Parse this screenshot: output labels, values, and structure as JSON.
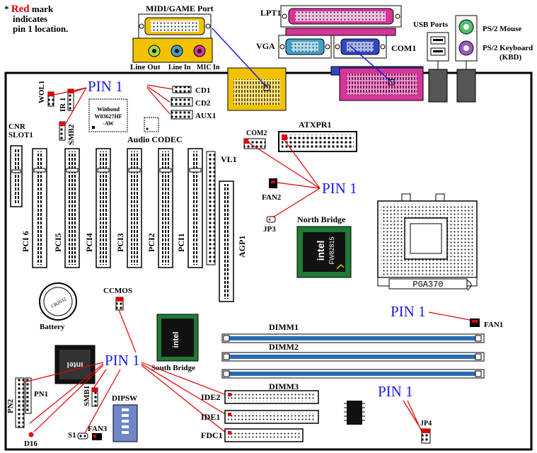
{
  "note": {
    "star": "*",
    "red_word": "Red",
    "line1_rest": "mark",
    "line2": "indicates",
    "line3": "pin 1 location."
  },
  "ports": {
    "midi_game": "MIDI/GAME Port",
    "line_out": "Line Out",
    "line_in": "Line In",
    "mic_in": "MIC In",
    "lpt1": "LPT1",
    "vga": "VGA",
    "com1": "COM1",
    "usb": "USB Ports",
    "ps2_mouse": "PS/2 Mouse",
    "ps2_keyboard": "PS/2 Keyboard",
    "kbd": "(KBD)"
  },
  "pin1_label": "PIN 1",
  "components": {
    "wol1": "WOL1",
    "ir1": "IR 1",
    "smb2": "SMB2",
    "cd1": "CD1",
    "cd2": "CD2",
    "aux1": "AUX1",
    "winbond_line1": "Winbond",
    "winbond_line2": "W83627HF",
    "winbond_line3": "-AW",
    "audio_codec": "Audio CODEC",
    "cnr_line1": "CNR",
    "cnr_line2": "SLOT1",
    "vl1": "VL1",
    "com2": "COM2",
    "atxpr1": "ATXPR1",
    "fan2": "FAN2",
    "jp3": "JP3",
    "north_bridge": "North Bridge",
    "nb_chip_line1": "intel",
    "nb_chip_line2": "FW82815",
    "pga370": "PGA370",
    "pci6": "PCI 6",
    "pci5": "PCI5",
    "pci4": "PCI4",
    "pci3": "PCI3",
    "pci2": "PCI2",
    "pci1": "PCI1",
    "agp1": "AGP1",
    "battery": "Battery",
    "ccmos": "CCMOS",
    "fan1": "FAN1",
    "dimm1": "DIMM1",
    "dimm2": "DIMM2",
    "dimm3": "DIMM3",
    "south_bridge": "South Bridge",
    "pn2": "PN2",
    "pn1": "PN1",
    "smb1": "SMB1",
    "dipsw": "DIPSW",
    "ide2": "IDE2",
    "ide1": "IDE1",
    "fdc1": "FDC1",
    "s1": "S1",
    "fan3": "FAN3",
    "d16": "D16",
    "jp4": "JP4"
  },
  "colors": {
    "pin1_text": "#1a1ae6",
    "pin1_marker": "#e00000",
    "red_text": "#e00000",
    "game_port": "#f2c200",
    "lpt_port": "#d6359a",
    "vga_port": "#3fa0c8",
    "com_port": "#3048c8",
    "line_out_jack": "#a8d84a",
    "line_in_jack": "#3fa0c8",
    "mic_jack": "#d6359a",
    "ps2_mouse": "#4fbf6a",
    "ps2_keyboard": "#9b59c0",
    "dimm_slot": "#2a6cb3",
    "dipsw": "#6f86c9",
    "chip_green": "#1f7a33"
  }
}
